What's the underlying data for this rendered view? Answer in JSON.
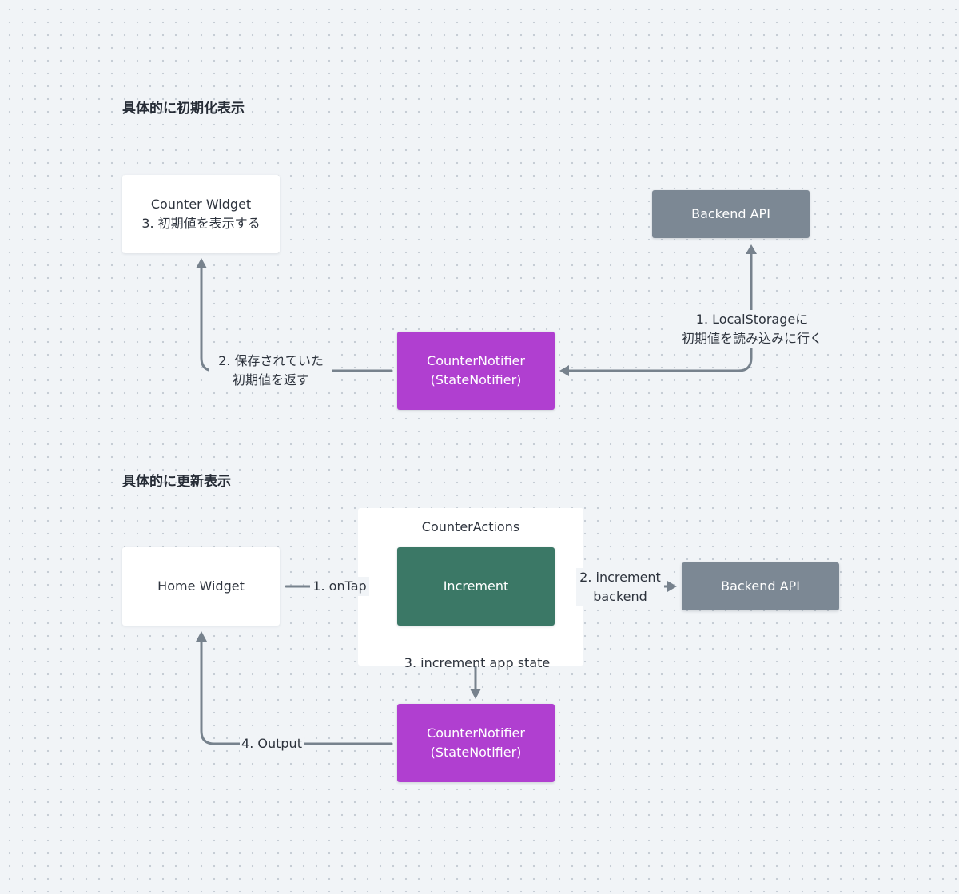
{
  "section1": {
    "title": "具体的に初期化表示",
    "counter_widget": {
      "line1": "Counter Widget",
      "line2": "3. 初期値を表示する"
    },
    "backend_api": {
      "label": "Backend API"
    },
    "counter_notifier": {
      "line1": "CounterNotifier",
      "line2": "(StateNotifier)"
    },
    "edge_localstorage": {
      "line1": "1. LocalStorageに",
      "line2": "初期値を読み込みに行く"
    },
    "edge_return": {
      "line1": "2. 保存されていた",
      "line2": "初期値を返す"
    }
  },
  "section2": {
    "title": "具体的に更新表示",
    "home_widget": {
      "label": "Home Widget"
    },
    "counter_actions": {
      "title": "CounterActions",
      "increment": "Increment"
    },
    "backend_api": {
      "label": "Backend API"
    },
    "counter_notifier": {
      "line1": "CounterNotifier",
      "line2": "(StateNotifier)"
    },
    "edge_ontap": {
      "label": "1. onTap"
    },
    "edge_backend": {
      "line1": "2. increment",
      "line2": "backend"
    },
    "edge_state": {
      "label": "3. increment app state"
    },
    "edge_output": {
      "label": "4. Output"
    }
  },
  "colors": {
    "background": "#f1f4f7",
    "node_white": "#ffffff",
    "node_gray": "#7c8894",
    "node_purple": "#b03fd0",
    "node_green": "#3b7866",
    "edge": "#77828d"
  }
}
